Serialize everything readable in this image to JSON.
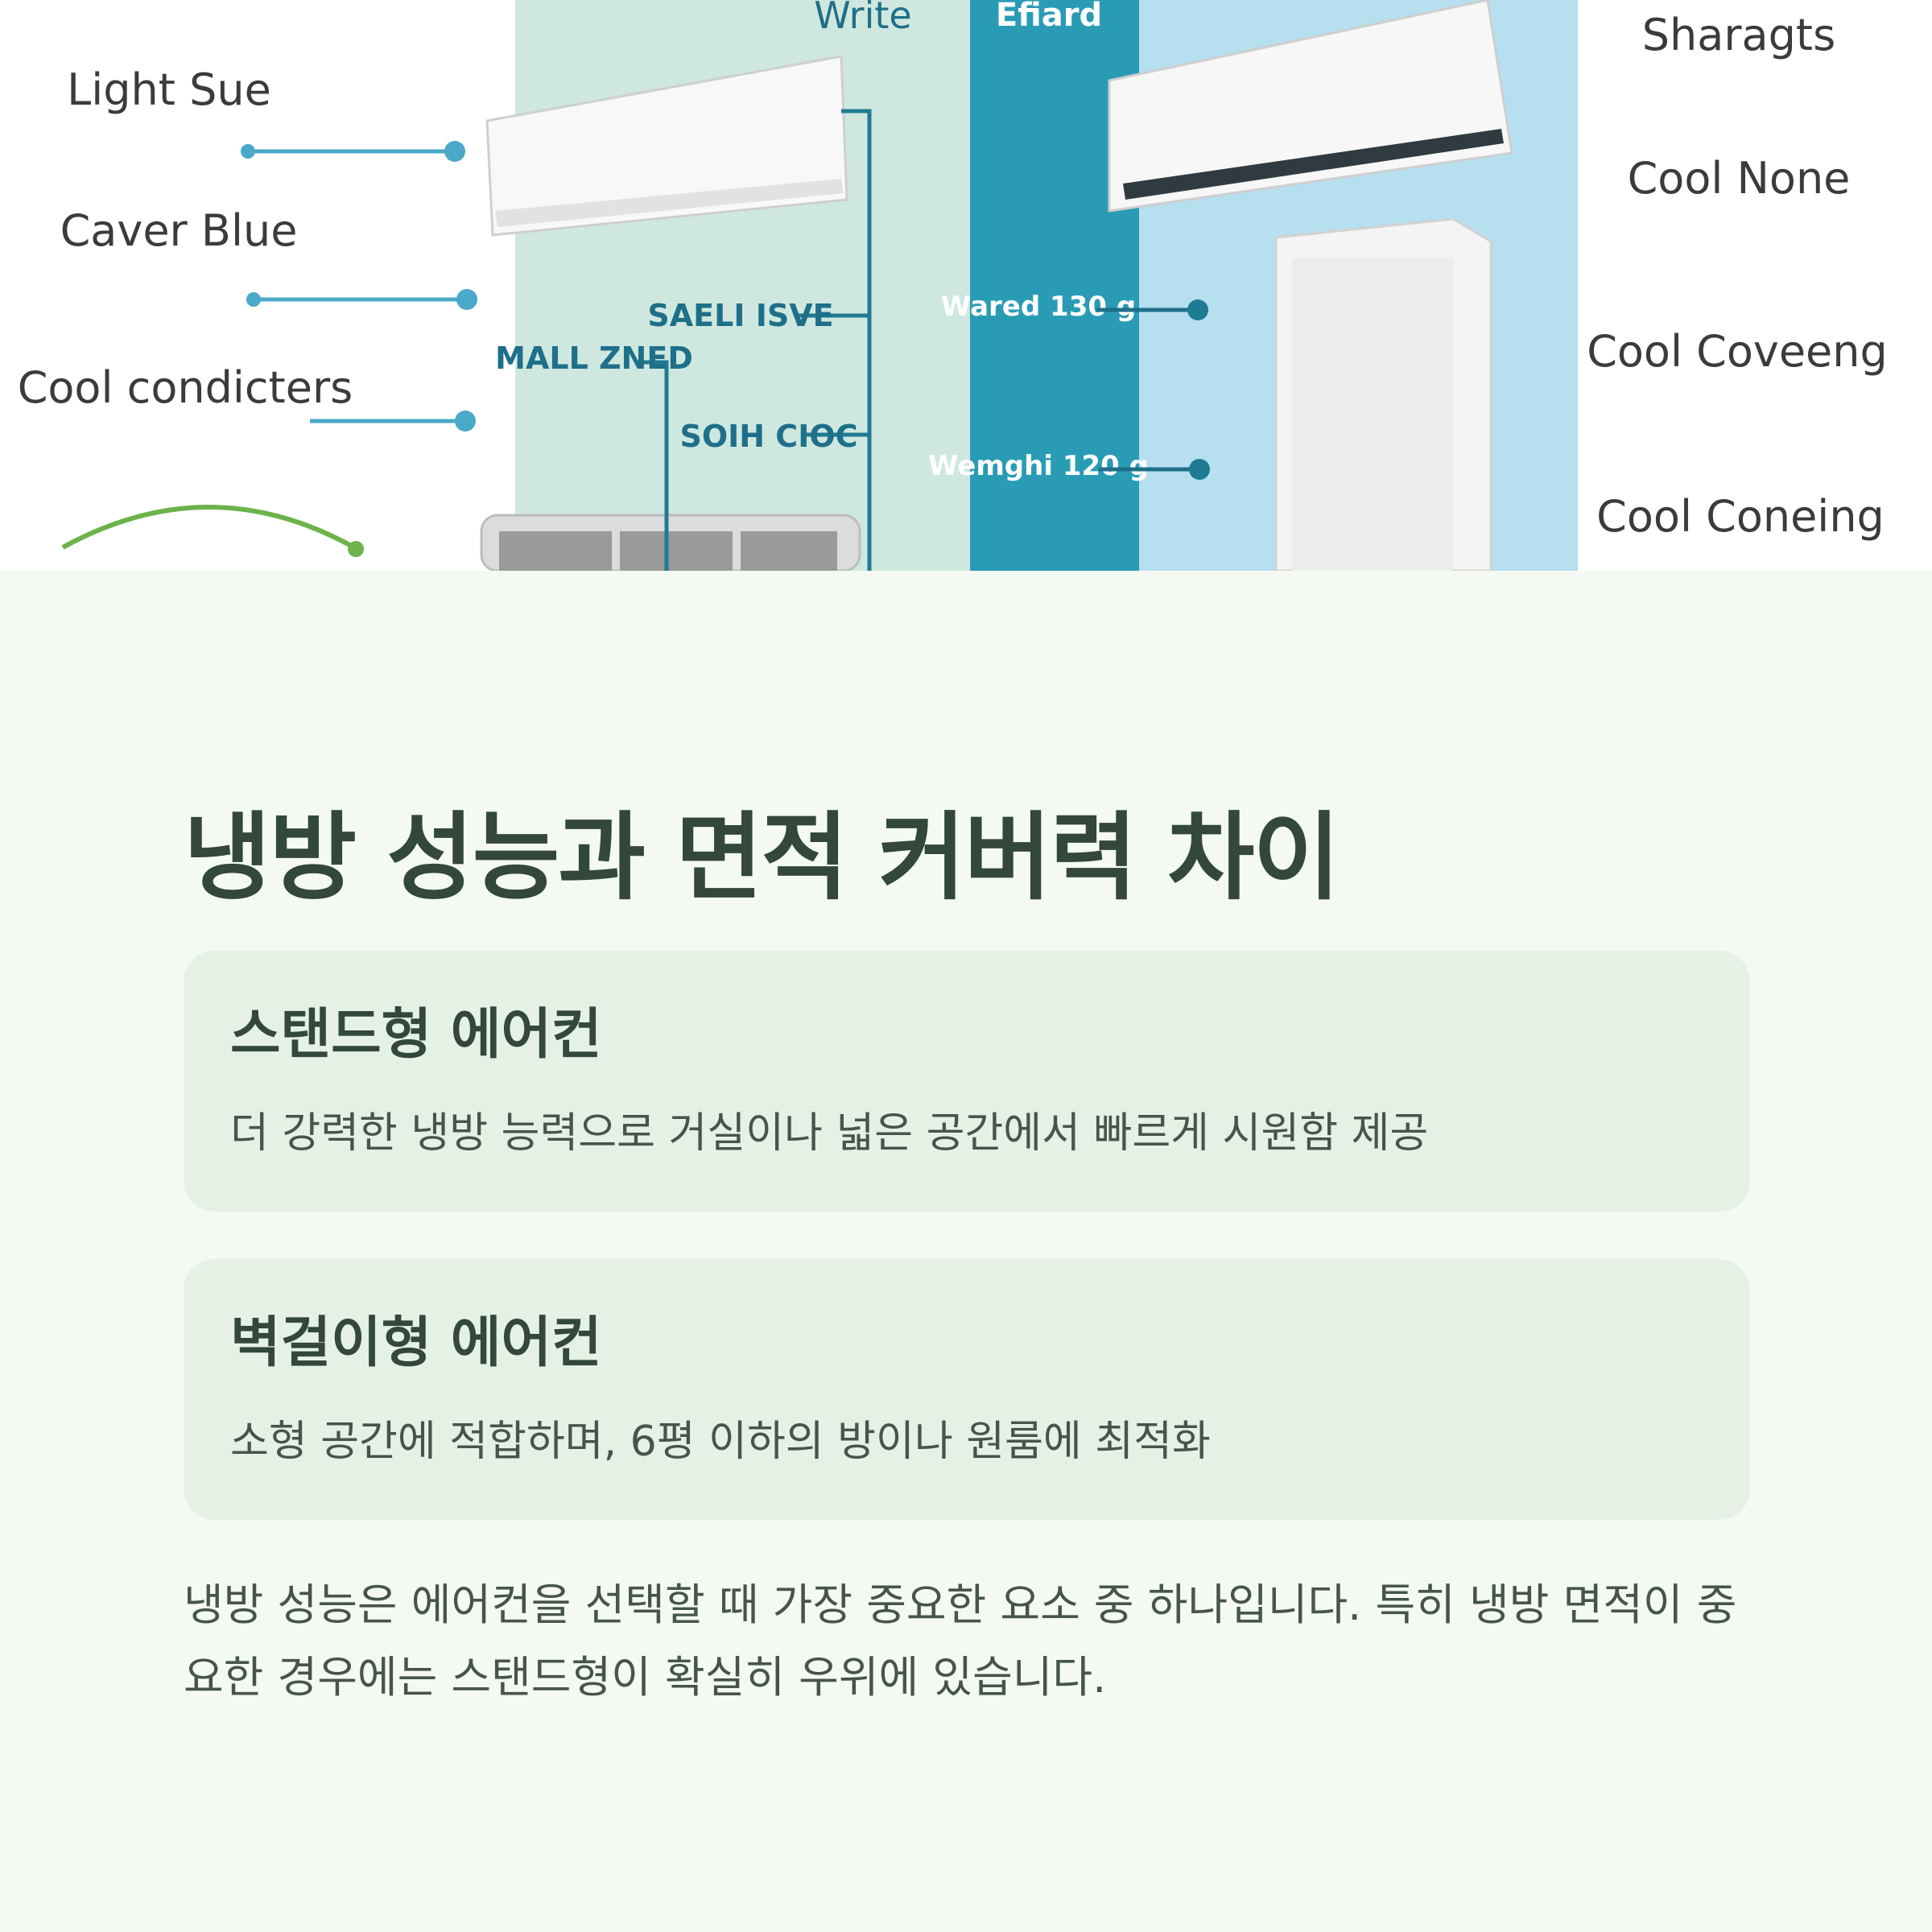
{
  "hero_image": {
    "left_labels": [
      "Light Sue",
      "Caver Blue",
      "Cool condicters"
    ],
    "panel_title_left": "Write",
    "panel_title_right": "Efiard",
    "center_tags": [
      "MALL ZNED",
      "SAELI ISVE",
      "SOIH CIOC"
    ],
    "blue_tags": [
      "Wared 130 g",
      "Wemghi 120 g"
    ],
    "right_labels": [
      "Sharagts",
      "Cool None",
      "Cool Coveeng",
      "Cool Coneing"
    ],
    "colors": {
      "mint_panel": "#cfe8df",
      "teal_panel": "#2a9bb5",
      "sky_panel": "#b6dff0",
      "accent_line": "#4aa8c8"
    }
  },
  "section": {
    "title": "냉방 성능과 면적 커버력 차이"
  },
  "cards": [
    {
      "title": "스탠드형 에어컨",
      "desc": "더 강력한 냉방 능력으로 거실이나 넓은 공간에서 빠르게 시원함 제공"
    },
    {
      "title": "벽걸이형 에어컨",
      "desc": "소형 공간에 적합하며, 6평 이하의 방이나 원룸에 최적화"
    }
  ],
  "summary": "냉방 성능은 에어컨을 선택할 때 가장 중요한 요소 중 하나입니다. 특히 냉방 면적이 중요한 경우에는 스탠드형이 확실히 우위에 있습니다."
}
